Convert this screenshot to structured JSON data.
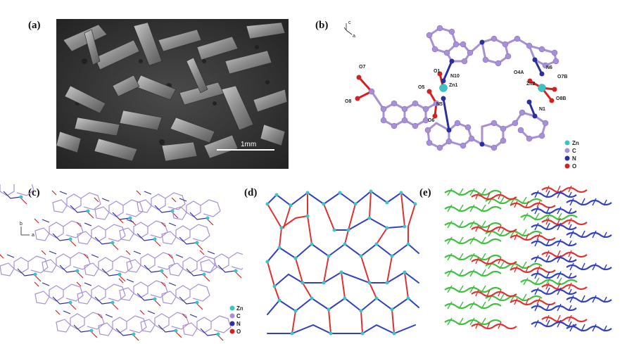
{
  "panels": {
    "a": {
      "label": "(a)",
      "scale_bar": "1mm"
    },
    "b": {
      "label": "(b)",
      "axes": [
        "c",
        "a"
      ],
      "atom_labels": [
        "O7",
        "O8",
        "O1",
        "O5",
        "Zn1",
        "N10",
        "N5",
        "O6",
        "O4A",
        "N6",
        "Zn2",
        "O7B",
        "O8B",
        "N1"
      ],
      "legend": [
        "Zn",
        "C",
        "N",
        "O"
      ]
    },
    "c": {
      "label": "(c)",
      "axes": [
        "b",
        "a"
      ],
      "legend": [
        "Zn",
        "C",
        "N",
        "O"
      ]
    },
    "d": {
      "label": "(d)"
    },
    "e": {
      "label": "(e)"
    }
  },
  "colors": {
    "zn": "#3cc4c4",
    "c": "#a890d8",
    "n": "#2b2f9e",
    "o": "#d42020",
    "red_bond": "#e03030",
    "blue_bond": "#3040c0",
    "green": "#40c040"
  }
}
